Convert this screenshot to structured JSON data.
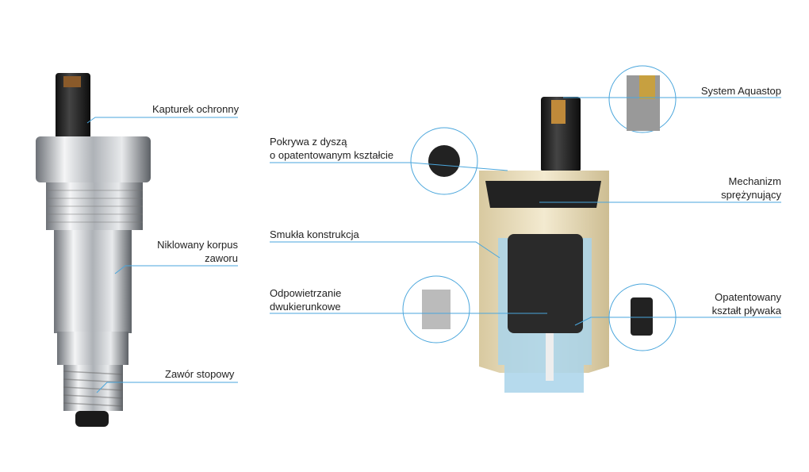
{
  "colors": {
    "leader": "#4aa6dc",
    "chrome": "#c9ccd0",
    "water": "#a9d4ea",
    "shell": "#e9dcb8"
  },
  "left_labels": {
    "cap": "Kapturek ochronny",
    "body_1": "Niklowany korpus",
    "body_2": "zaworu",
    "foot": "Zawór stopowy"
  },
  "right_labels": {
    "cover_1": "Pokrywa z dyszą",
    "cover_2": "o opatentowanym kształcie",
    "slim": "Smukła konstrukcja",
    "vent_1": "Odpowietrzanie",
    "vent_2": "dwukierunkowe",
    "aquastop": "System Aquastop",
    "spring_1": "Mechanizm",
    "spring_2": "sprężynujący",
    "float_1": "Opatentowany",
    "float_2": "kształt pływaka"
  }
}
